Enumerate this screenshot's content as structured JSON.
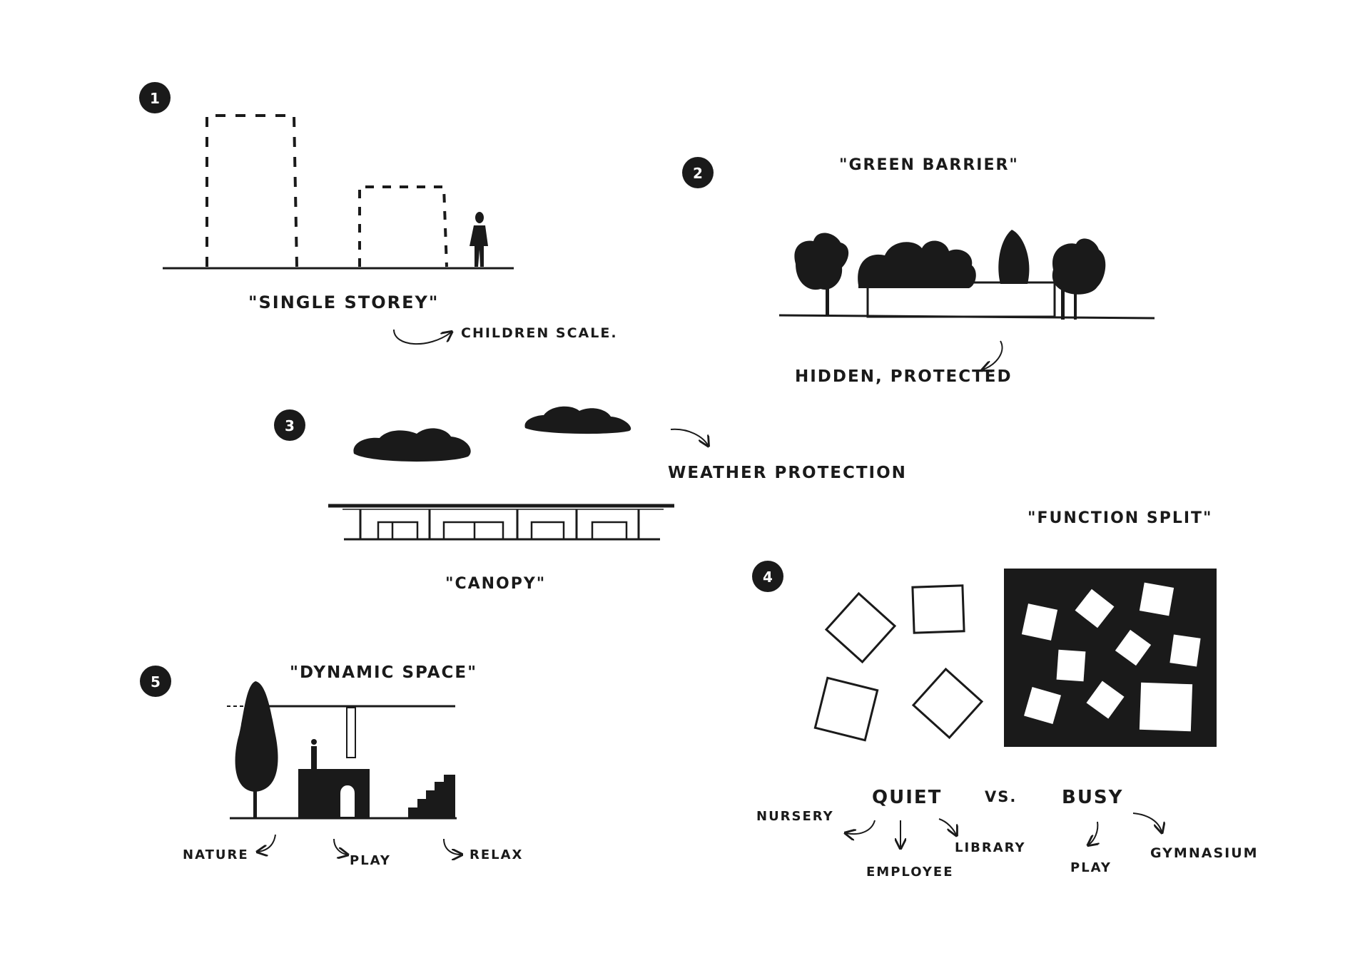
{
  "colors": {
    "ink": "#1a1a1a",
    "paper": "#ffffff"
  },
  "sketch1": {
    "number": "1",
    "title": "\"SINGLE STOREY\"",
    "note": "CHILDREN SCALE."
  },
  "sketch2": {
    "number": "2",
    "title": "\"GREEN BARRIER\"",
    "note": "HIDDEN, PROTECTED"
  },
  "sketch3": {
    "number": "3",
    "title": "\"CANOPY\"",
    "note": "WEATHER PROTECTION"
  },
  "sketch4": {
    "number": "4",
    "title": "\"FUNCTION SPLIT\"",
    "quiet": "QUIET",
    "vs": "VS.",
    "busy": "BUSY",
    "quiet_items": [
      "NURSERY",
      "EMPLOYEE",
      "LIBRARY"
    ],
    "busy_items": [
      "PLAY",
      "GYMNASIUM"
    ]
  },
  "sketch5": {
    "number": "5",
    "title": "\"DYNAMIC SPACE\"",
    "labels": [
      "NATURE",
      "PLAY",
      "RELAX"
    ]
  }
}
